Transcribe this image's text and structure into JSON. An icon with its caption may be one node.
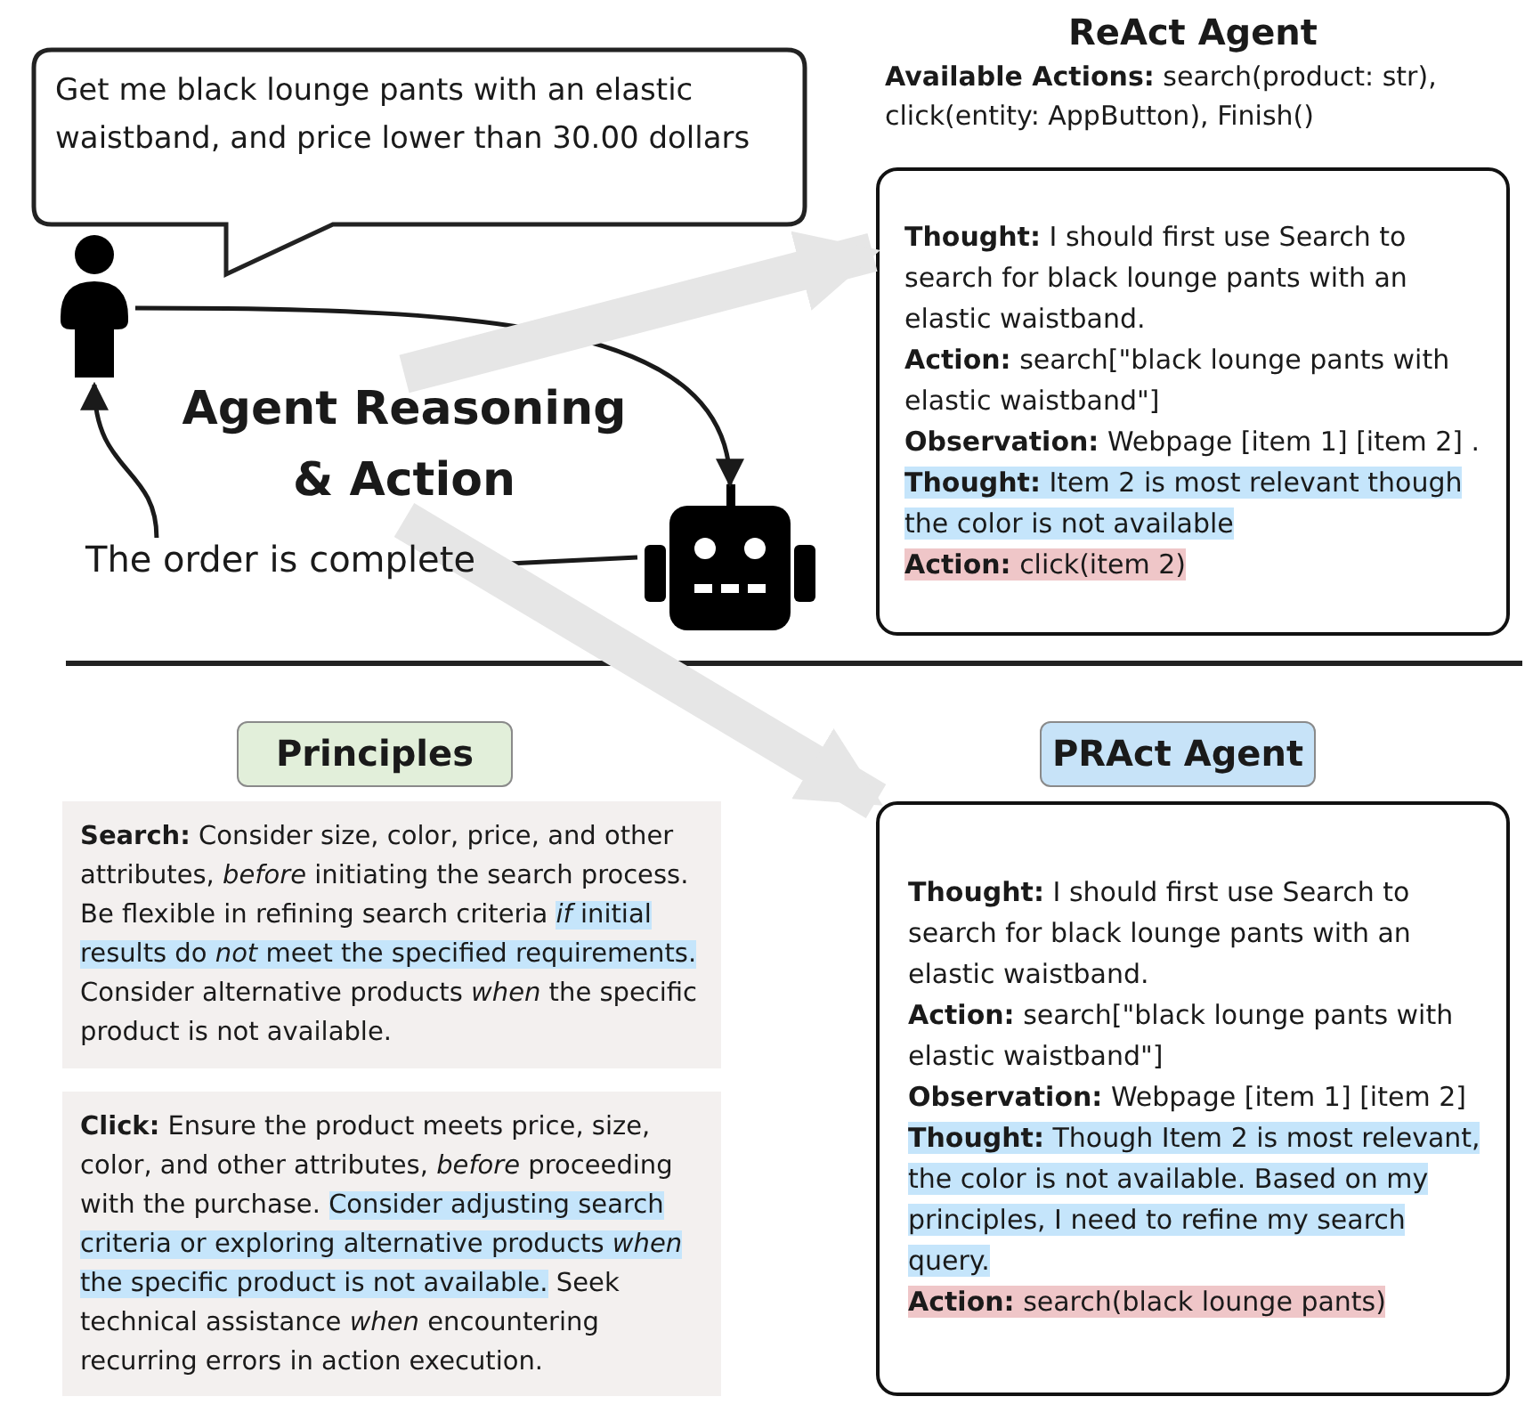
{
  "diagram": {
    "nodes": [
      {
        "text": [
          "Get me black lounge pants with an elastic waistband, and price lower than 30.00 dollars"
        ]
      },
      {
        "text": [],
        "shape": "person"
      },
      {
        "text": [],
        "shape": "robot"
      },
      {
        "text": [
          "The order is complete"
        ]
      },
      {
        "text": [
          "Agent Reasoning & Action"
        ]
      },
      {
        "text": [
          "ReAct Agent",
          "**Available Actions:** search(product: str), click(entity: AppButton), Finish()",
          "**Thought:** I should first use Search to search for black lounge pants with an elastic waistband.",
          "**Action:** search[\"black lounge pants with elastic waistband\"]",
          "**Observation:** Webpage [item 1] [item 2] .",
          "**Thought:** Item 2 is most relevant though the color is not available",
          "**Action:** click(item 2)"
        ]
      },
      {
        "text": [
          "Principles"
        ]
      },
      {
        "text": [
          "**Search:** Consider size, color, price, and other attributes, *before* initiating the search process. Be flexible in refining search criteria",
          "*if* initial results do *not* meet the specified requirements.",
          "Consider alternative products *when* the specific product is not available."
        ]
      },
      {
        "text": [
          "**Click:** Ensure the product meets price, size, color, and other attributes, *before* proceeding with the purchase.",
          "Consider adjusting search criteria or exploring alternative products *when* the specific product is not available.",
          "Seek technical assistance *when* encountering recurring errors in action execution."
        ]
      },
      {
        "text": [
          "PRAct Agent"
        ]
      },
      {
        "text": [
          "**Thought:** I should first use Search to search for black lounge pants with an elastic waistband.",
          "**Action:** search[\"black lounge pants with elastic waistband\"]",
          "**Observation:** Webpage [item 1] [item 2]",
          "**Thought:** Though Item 2 is most relevant, the color is not available. Based on my principles, I need to refine my search query.",
          "**Action:** search(black lounge pants)"
        ]
      }
    ],
    "edges": [
      {
        "from": 1,
        "to": 2,
        "arrow": "to"
      },
      {
        "from": 2,
        "to": 3,
        "arrow": "none"
      },
      {
        "from": 3,
        "to": 1,
        "arrow": "to"
      },
      {
        "from": 4,
        "to": 5,
        "arrow": "to",
        "style": "thick",
        "color": "#e6e6e6"
      },
      {
        "from": 4,
        "to": 10,
        "arrow": "to",
        "style": "thick",
        "color": "#e6e6e6"
      }
    ]
  }
}
